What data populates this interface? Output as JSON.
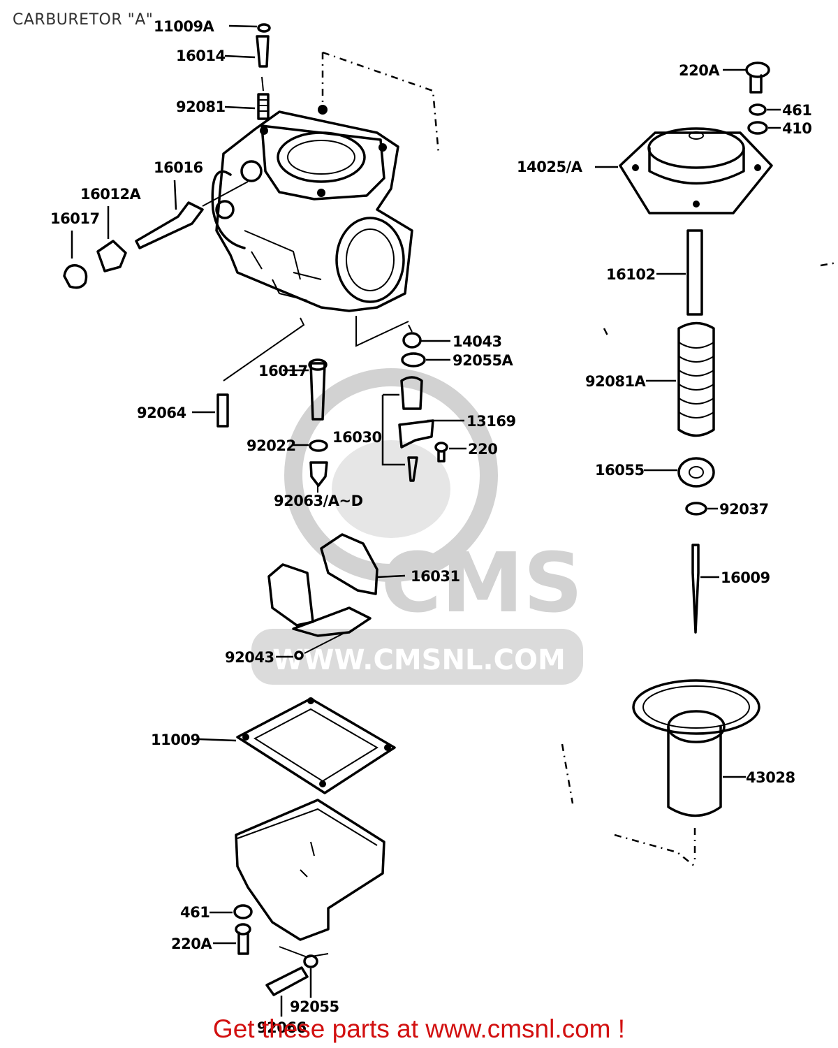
{
  "title": "CARBURETOR \"A\"",
  "footer": "Get these parts at www.cmsnl.com !",
  "watermark": {
    "brand": "CMS",
    "url": "WWW.CMSNL.COM"
  },
  "labels": {
    "p11009A": "11009A",
    "p16014": "16014",
    "p92081": "92081",
    "p16016": "16016",
    "p16012A": "16012A",
    "p16017a": "16017",
    "p220A_top": "220A",
    "p461_top": "461",
    "p410": "410",
    "p14025A": "14025/A",
    "p16102": "16102",
    "p92081A": "92081A",
    "p16055": "16055",
    "p92037": "92037",
    "p16009": "16009",
    "p43028": "43028",
    "p14043": "14043",
    "p92055A": "92055A",
    "p16017b": "16017",
    "p92064": "92064",
    "p13169": "13169",
    "p16030": "16030",
    "p220": "220",
    "p92022": "92022",
    "p92063": "92063/A~D",
    "p16031": "16031",
    "p92043": "92043",
    "p11009": "11009",
    "p461_bot": "461",
    "p220A_bot": "220A",
    "p92055": "92055",
    "p92066": "92066"
  },
  "colors": {
    "line": "#000000",
    "footer": "#d21010",
    "watermark": "#d2d2d2"
  }
}
